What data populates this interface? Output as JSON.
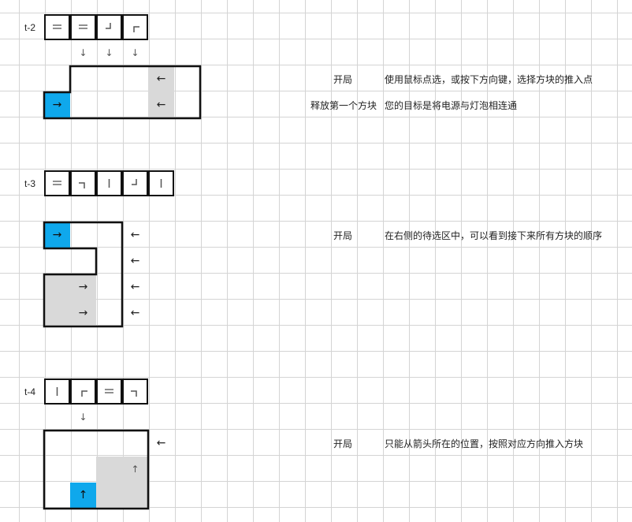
{
  "puzzles": [
    {
      "label": "t-2",
      "description_rows": [
        {
          "title": "开局",
          "text": "使用鼠标点选，或按下方向键，选择方块的推入点"
        },
        {
          "title": "释放第一个方块",
          "text": "您的目标是将电源与灯泡相连通"
        }
      ],
      "arrows": {
        "down": "↓",
        "left": "←",
        "right": "→",
        "up": "↑"
      }
    },
    {
      "label": "t-3",
      "description_rows": [
        {
          "title": "开局",
          "text": "在右侧的待选区中，可以看到接下来所有方块的顺序"
        }
      ]
    },
    {
      "label": "t-4",
      "description_rows": [
        {
          "title": "开局",
          "text": "只能从箭头所在的位置，按照对应方向推入方块"
        }
      ]
    }
  ],
  "colors": {
    "power_cell": "#0fa8ec",
    "fixed_cell": "#d9d9d9",
    "grid_line": "#d4d4d4"
  },
  "piece_icons": [
    "double-horizontal-icon",
    "corner-up-left-icon",
    "corner-down-right-icon",
    "corner-down-left-icon",
    "vertical-line-icon"
  ]
}
